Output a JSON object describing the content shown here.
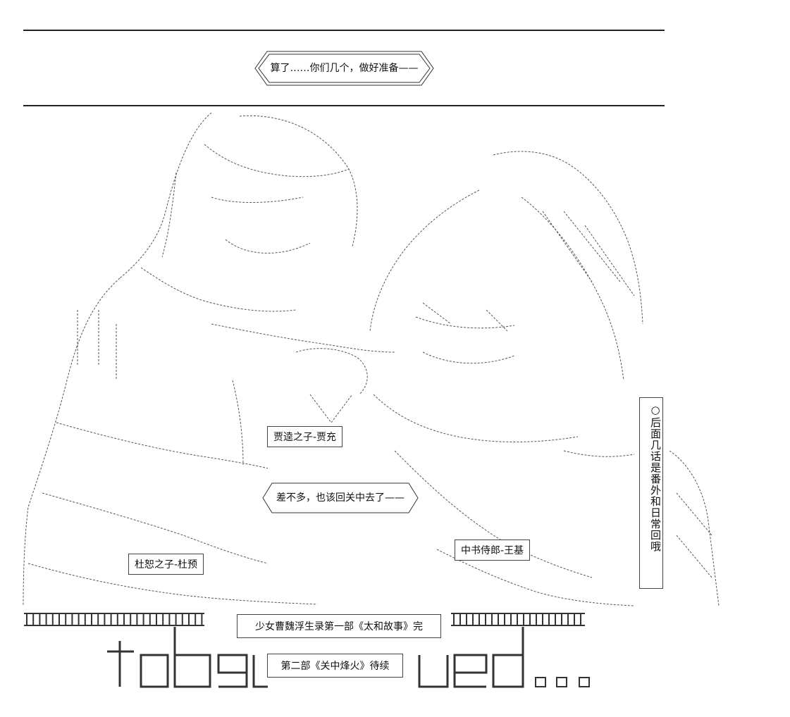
{
  "banner": {
    "text": "算了……你们几个，做好准备——"
  },
  "labels": {
    "jia_chong": "贾逵之子-贾充",
    "speech": "差不多，也该回关中去了——",
    "du_yu": "杜恕之子-杜预",
    "wang_ji": "中书侍郎-王基"
  },
  "side_note": "○后面几话是番外和日常回哦",
  "footer": {
    "complete": "少女曹魏浮生录第一部《太和故事》完",
    "next": "第二部《关中烽火》待续"
  },
  "colors": {
    "ink": "#111111",
    "paper": "#ffffff"
  }
}
